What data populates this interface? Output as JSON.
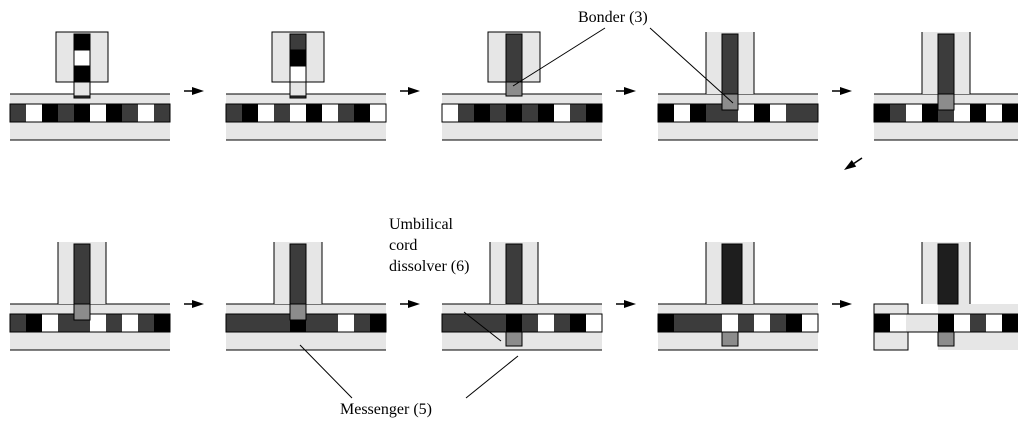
{
  "labels": {
    "bonder": "Bonder (3)",
    "umbilical_line1": "Umbilical",
    "umbilical_line2": "cord",
    "umbilical_line3": "dissolver (6)",
    "messenger": "Messenger (5)"
  },
  "colors": {
    "light_fill": "#e6e6e6",
    "dark_cell": "#3c3c3c",
    "black_cell": "#000000",
    "white_cell": "#ffffff",
    "bonder_cell": "#8c8c8c",
    "darkest_cell": "#1e1e1e",
    "outline": "#000000"
  }
}
